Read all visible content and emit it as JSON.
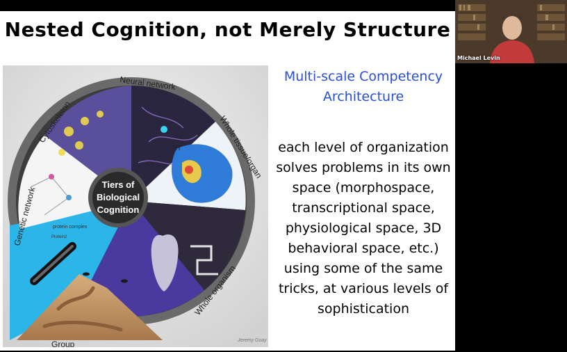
{
  "slide": {
    "title": "Nested Cognition, not Merely Structure",
    "subheading": "Multi-scale Competency Architecture",
    "body": "each level of organization solves problems in its own space (morphospace, transcriptional space, physiological space, 3D behavioral space, etc.) using some of the same tricks, at various levels of sophistication"
  },
  "figure": {
    "center_line1": "Tiers of",
    "center_line2": "Biological",
    "center_line3": "Cognition",
    "label_neural": "Neural network",
    "label_tissue": "Whole tissue/organ",
    "label_organism": "Whole organism",
    "label_group": "Group",
    "label_genetic": "Genetic network",
    "label_cytoskeleton": "Cytoskeleton",
    "label_rt": "RT",
    "label_protein": "protein complex",
    "label_protein2": "Protein2",
    "credit": "Jeremy Guay"
  },
  "video": {
    "participant_name": "Michael Levin"
  },
  "colors": {
    "subheading": "#2a4fd6",
    "ring": "#5c5c5c",
    "group_sky": "#2bb5e8",
    "group_soil": "#c89a6a"
  }
}
